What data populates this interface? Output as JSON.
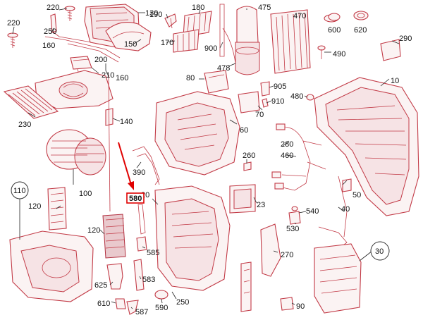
{
  "highlight": {
    "label": "580",
    "color": "#e00000"
  },
  "labels": {
    "l220a": "220",
    "l220b": "220",
    "l250": "250",
    "l190": "190",
    "l180": "180",
    "l475": "475",
    "l470": "470",
    "l130": "130",
    "l600": "600",
    "l620": "620",
    "l290": "290",
    "l160a": "160",
    "l150": "150",
    "l170": "170",
    "l900": "900",
    "l490": "490",
    "l210": "210",
    "l200": "200",
    "l160b": "160",
    "l478": "478",
    "l80": "80",
    "l905": "905",
    "l10": "10",
    "l480": "480",
    "l910": "910",
    "l70": "70",
    "l230": "230",
    "l140": "140",
    "l60": "60",
    "l280": "280",
    "l460": "460",
    "l390": "390",
    "l260": "260",
    "l110": "110",
    "l100": "100",
    "l20": "20",
    "l50": "50",
    "l120a": "120",
    "l23": "23",
    "l40": "40",
    "l540": "540",
    "l530": "530",
    "l120b": "120",
    "l585": "585",
    "l270": "270",
    "l30": "30",
    "l625": "625",
    "l583": "583",
    "l610": "610",
    "l587": "587",
    "l590": "590",
    "l90": "90"
  }
}
